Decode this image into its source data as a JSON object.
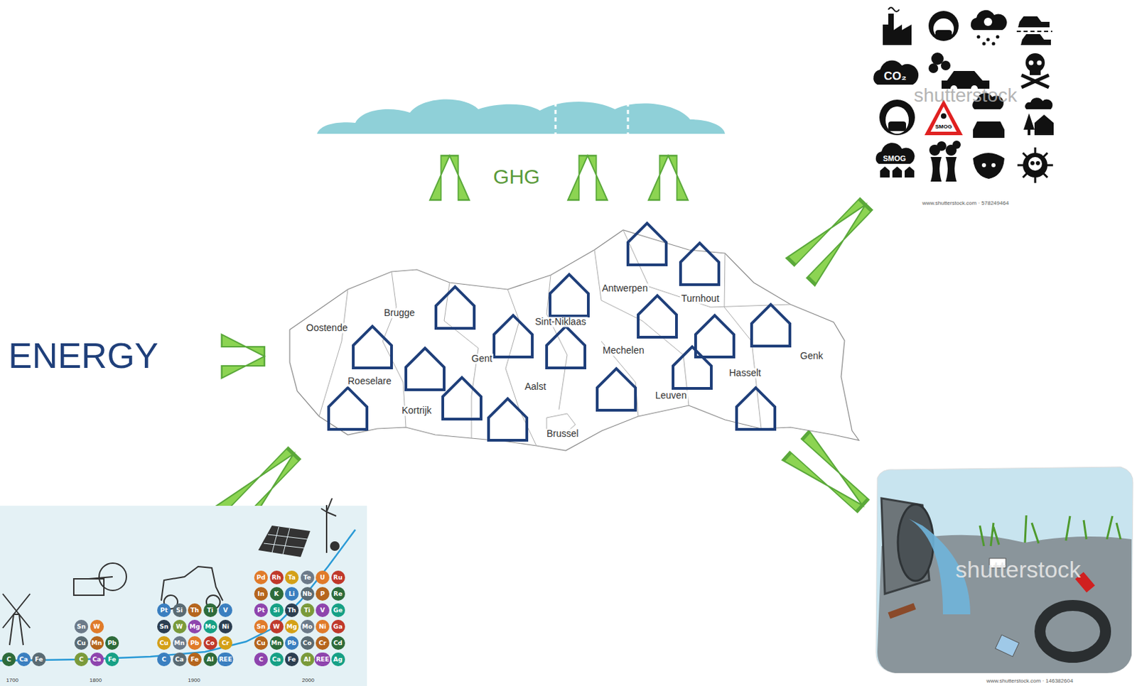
{
  "diagram": {
    "labels": [
      "ENERGY",
      "GHG",
      "Oostende",
      "Brugge",
      "Roeselare",
      "Kortrijk",
      "Gent",
      "Sint-Niklaas",
      "Aalst",
      "Brussel",
      "Antwerpen",
      "Mechelen",
      "Turnhout",
      "Leuven",
      "Hasselt",
      "Genk",
      "C",
      "Ca",
      "Fe",
      "Sn",
      "W",
      "Cu",
      "Mn",
      "Pb",
      "C",
      "Ca",
      "Fe",
      "Pt",
      "Si",
      "Th",
      "Ti",
      "V",
      "Sn",
      "W",
      "Mg",
      "Mo",
      "Ni",
      "Cu",
      "Mn",
      "Pb",
      "Co",
      "Cr",
      "C",
      "Ca",
      "Fe",
      "Al",
      "REE",
      "Pd",
      "Rh",
      "Ta",
      "Te",
      "U",
      "Ru",
      "In",
      "K",
      "Li",
      "Nb",
      "P",
      "Re",
      "Pt",
      "Si",
      "Th",
      "Ti",
      "V",
      "Ge",
      "Sn",
      "W",
      "Mg",
      "Mo",
      "Ni",
      "Ga",
      "Cu",
      "Mn",
      "Pb",
      "Co",
      "Cr",
      "Cd",
      "C",
      "Ca",
      "Fe",
      "Al",
      "REE",
      "Ag",
      "1700",
      "1800",
      "1900",
      "2000",
      "CO₂",
      "SMOG",
      "SMOG",
      "shutterstock",
      "www.shutterstock.com · 578249464",
      "shutterstock",
      "www.shutterstock.com · 146382604"
    ]
  }
}
